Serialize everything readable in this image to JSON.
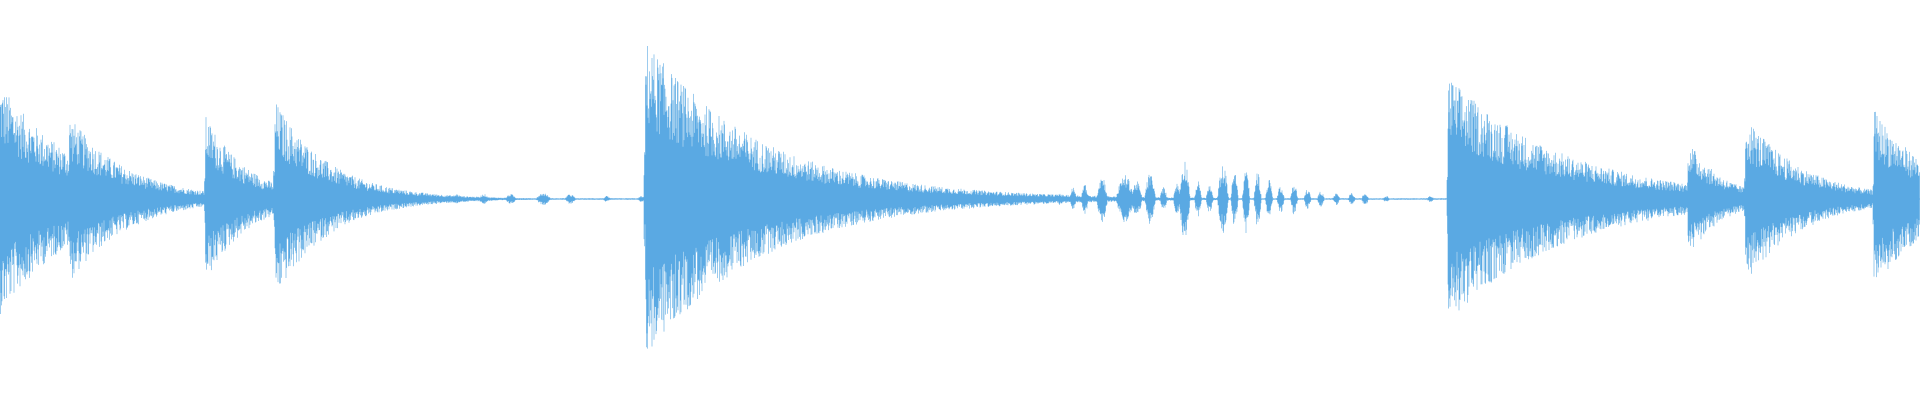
{
  "waveform": {
    "color": "#5aa9e3",
    "background": "#ffffff",
    "baseline_amplitude": 0.004,
    "events": [
      {
        "kind": "hit",
        "time": 0.0,
        "peak": 0.58,
        "decay": 0.04
      },
      {
        "kind": "hit",
        "time": 0.036,
        "peak": 0.42,
        "decay": 0.03
      },
      {
        "kind": "blip",
        "time": 0.081,
        "peak": 0.035,
        "width": 0.004
      },
      {
        "kind": "blip",
        "time": 0.096,
        "peak": 0.035,
        "width": 0.004
      },
      {
        "kind": "hit",
        "time": 0.107,
        "peak": 0.42,
        "decay": 0.022
      },
      {
        "kind": "hit",
        "time": 0.143,
        "peak": 0.5,
        "decay": 0.028
      },
      {
        "kind": "hit",
        "time": 0.183,
        "peak": 0.1,
        "decay": 0.004
      },
      {
        "kind": "blip",
        "time": 0.193,
        "peak": 0.03,
        "width": 0.003
      },
      {
        "kind": "blip",
        "time": 0.202,
        "peak": 0.025,
        "width": 0.003
      },
      {
        "kind": "blip",
        "time": 0.214,
        "peak": 0.025,
        "width": 0.003
      },
      {
        "kind": "blip",
        "time": 0.225,
        "peak": 0.025,
        "width": 0.003
      },
      {
        "kind": "blip",
        "time": 0.238,
        "peak": 0.025,
        "width": 0.003
      },
      {
        "kind": "blip",
        "time": 0.252,
        "peak": 0.025,
        "width": 0.003
      },
      {
        "kind": "blip",
        "time": 0.266,
        "peak": 0.025,
        "width": 0.003
      },
      {
        "kind": "blip",
        "time": 0.283,
        "peak": 0.03,
        "width": 0.004
      },
      {
        "kind": "blip",
        "time": 0.297,
        "peak": 0.025,
        "width": 0.003
      },
      {
        "kind": "blip",
        "time": 0.316,
        "peak": 0.015,
        "width": 0.002
      },
      {
        "kind": "blip",
        "time": 0.334,
        "peak": 0.015,
        "width": 0.002
      },
      {
        "kind": "hit",
        "time": 0.336,
        "peak": 0.8,
        "decay": 0.06
      },
      {
        "kind": "hit",
        "time": 0.432,
        "peak": 0.07,
        "decay": 0.03
      },
      {
        "kind": "blip",
        "time": 0.545,
        "peak": 0.025,
        "width": 0.002
      },
      {
        "kind": "blip",
        "time": 0.552,
        "peak": 0.03,
        "width": 0.002
      },
      {
        "kind": "blip",
        "time": 0.559,
        "peak": 0.06,
        "width": 0.002
      },
      {
        "kind": "blip",
        "time": 0.565,
        "peak": 0.08,
        "width": 0.002
      },
      {
        "kind": "blip",
        "time": 0.574,
        "peak": 0.12,
        "width": 0.003
      },
      {
        "kind": "blip",
        "time": 0.586,
        "peak": 0.12,
        "width": 0.005
      },
      {
        "kind": "blip",
        "time": 0.592,
        "peak": 0.09,
        "width": 0.003
      },
      {
        "kind": "blip",
        "time": 0.599,
        "peak": 0.13,
        "width": 0.003
      },
      {
        "kind": "blip",
        "time": 0.606,
        "peak": 0.06,
        "width": 0.002
      },
      {
        "kind": "blip",
        "time": 0.613,
        "peak": 0.08,
        "width": 0.002
      },
      {
        "kind": "blip",
        "time": 0.617,
        "peak": 0.2,
        "width": 0.003
      },
      {
        "kind": "blip",
        "time": 0.624,
        "peak": 0.09,
        "width": 0.002
      },
      {
        "kind": "blip",
        "time": 0.63,
        "peak": 0.07,
        "width": 0.002
      },
      {
        "kind": "blip",
        "time": 0.637,
        "peak": 0.17,
        "width": 0.003
      },
      {
        "kind": "blip",
        "time": 0.643,
        "peak": 0.14,
        "width": 0.002
      },
      {
        "kind": "blip",
        "time": 0.649,
        "peak": 0.17,
        "width": 0.002
      },
      {
        "kind": "blip",
        "time": 0.655,
        "peak": 0.14,
        "width": 0.002
      },
      {
        "kind": "blip",
        "time": 0.661,
        "peak": 0.1,
        "width": 0.002
      },
      {
        "kind": "blip",
        "time": 0.667,
        "peak": 0.07,
        "width": 0.002
      },
      {
        "kind": "blip",
        "time": 0.674,
        "peak": 0.08,
        "width": 0.002
      },
      {
        "kind": "blip",
        "time": 0.681,
        "peak": 0.05,
        "width": 0.002
      },
      {
        "kind": "blip",
        "time": 0.688,
        "peak": 0.04,
        "width": 0.002
      },
      {
        "kind": "blip",
        "time": 0.696,
        "peak": 0.03,
        "width": 0.002
      },
      {
        "kind": "blip",
        "time": 0.704,
        "peak": 0.03,
        "width": 0.002
      },
      {
        "kind": "blip",
        "time": 0.711,
        "peak": 0.03,
        "width": 0.002
      },
      {
        "kind": "blip",
        "time": 0.722,
        "peak": 0.015,
        "width": 0.002
      },
      {
        "kind": "blip",
        "time": 0.745,
        "peak": 0.015,
        "width": 0.002
      },
      {
        "kind": "hit",
        "time": 0.754,
        "peak": 0.62,
        "decay": 0.06
      },
      {
        "kind": "hit",
        "time": 0.879,
        "peak": 0.3,
        "decay": 0.018
      },
      {
        "kind": "hit",
        "time": 0.909,
        "peak": 0.42,
        "decay": 0.03
      },
      {
        "kind": "hit",
        "time": 0.976,
        "peak": 0.45,
        "decay": 0.03
      }
    ]
  }
}
